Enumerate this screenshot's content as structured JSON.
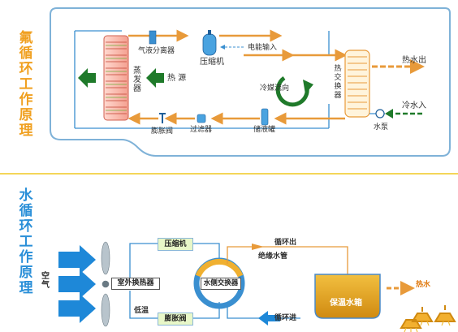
{
  "titles": {
    "freon_cycle": "氟循环工作原理",
    "water_cycle": "水循环工作原理"
  },
  "freon": {
    "evaporator": "蒸发器",
    "heat_source": "热 源",
    "gas_liquid_separator": "气液分离器",
    "compressor": "压缩机",
    "power_input": "电能输入",
    "refrigerant_flow": "冷媒流向",
    "heat_exchanger": "热交换器",
    "expansion_valve": "膨胀阀",
    "filter": "过滤器",
    "liquid_tank": "储液罐",
    "hot_water_out": "热水出",
    "cold_water_in": "冷水入",
    "water_pump": "水泵"
  },
  "water": {
    "air": "空气",
    "outdoor_exchanger": "室外换热器",
    "compressor": "压缩机",
    "expansion_valve": "膨胀阀",
    "low_temp": "低温",
    "water_side_exchanger": "水侧交换器",
    "cycle_out": "循环出",
    "insulated_pipe": "绝缘水管",
    "cycle_in": "循环进",
    "tank": "保温水箱",
    "hot_water": "热水"
  },
  "colors": {
    "title_freon": "#f0a020",
    "title_water": "#2a8fd8",
    "pipe_blue": "#3a8fd0",
    "pipe_orange": "#e89a3a",
    "arrow_green": "#1f7a2a",
    "divider": "#f0c820",
    "tank_fill": "#e0a020",
    "box_fill": "#e8f7c8"
  }
}
